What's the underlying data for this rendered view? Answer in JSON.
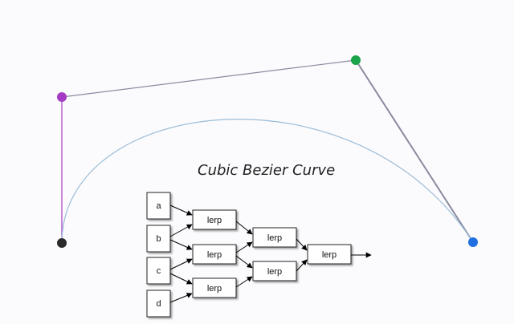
{
  "title": "Cubic Bezier Curve",
  "colors": {
    "p0": "#2a2a2a",
    "p1": "#a53bc4",
    "p2": "#19a34a",
    "p3": "#1f6fe0",
    "curve": "#9bbcd8",
    "handle_line": "#8a8aa0"
  },
  "control_points": [
    {
      "name": "a",
      "color_key": "p0"
    },
    {
      "name": "b",
      "color_key": "p1"
    },
    {
      "name": "c",
      "color_key": "p2"
    },
    {
      "name": "d",
      "color_key": "p3"
    }
  ],
  "diagram": {
    "inputs": [
      "a",
      "b",
      "c",
      "d"
    ],
    "lerp_label": "lerp",
    "lerp_level1": [
      "lerp",
      "lerp",
      "lerp"
    ],
    "lerp_level2": [
      "lerp",
      "lerp"
    ],
    "lerp_level3": [
      "lerp"
    ]
  }
}
